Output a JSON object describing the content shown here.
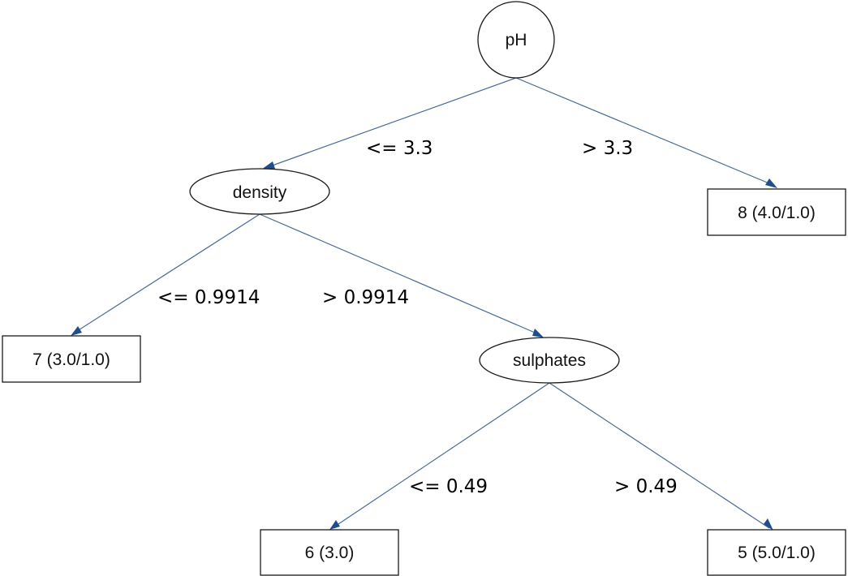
{
  "nodes": {
    "root": {
      "label": "pH"
    },
    "density": {
      "label": "density"
    },
    "sulphates": {
      "label": "sulphates"
    },
    "leaf_8": {
      "label": "8 (4.0/1.0)"
    },
    "leaf_7": {
      "label": "7 (3.0/1.0)"
    },
    "leaf_6": {
      "label": "6 (3.0)"
    },
    "leaf_5": {
      "label": "5 (5.0/1.0)"
    }
  },
  "edges": {
    "ph_left": {
      "label": "<= 3.3"
    },
    "ph_right": {
      "label": "> 3.3"
    },
    "density_left": {
      "label": "<= 0.9914"
    },
    "density_right": {
      "label": "> 0.9914"
    },
    "sulphates_left": {
      "label": "<= 0.49"
    },
    "sulphates_right": {
      "label": "> 0.49"
    }
  },
  "colors": {
    "edge": "#4a6a93",
    "arrow": "#1f4e8c",
    "node_border": "#1a1a1a"
  }
}
